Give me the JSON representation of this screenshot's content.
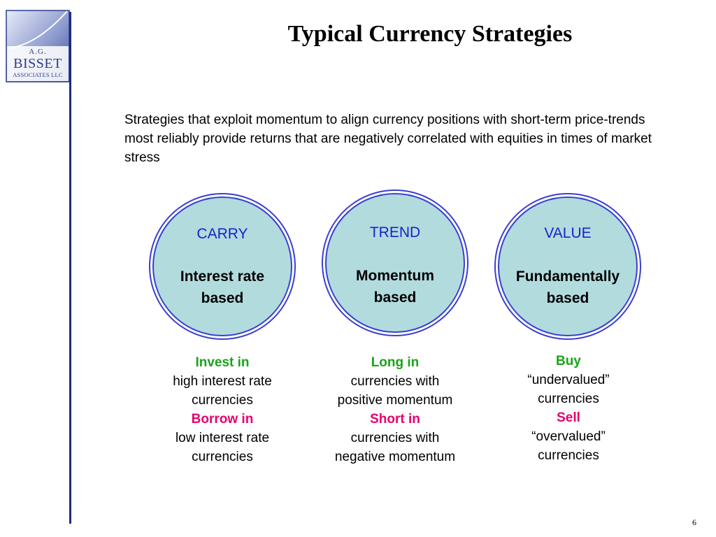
{
  "logo": {
    "line1": "A.G.",
    "line2": "BISSET",
    "line3": "ASSOCIATES LLC"
  },
  "title": "Typical Currency Strategies",
  "intro": "Strategies that exploit momentum to align currency positions with short-term price-trends most reliably provide returns that are negatively correlated with equities in times of market stress",
  "colors": {
    "circle_fill": "#b2dbde",
    "circle_border": "#3a3fd1",
    "strategy_name": "#1a22c8",
    "long_action": "#1aa31a",
    "short_action": "#e6006e"
  },
  "strategies": [
    {
      "name": "CARRY",
      "desc_line1": "Interest rate",
      "desc_line2": "based",
      "long_label": "Invest in",
      "long_line1": "high interest rate",
      "long_line2": "currencies",
      "short_label": "Borrow in",
      "short_line1": "low interest rate",
      "short_line2": "currencies"
    },
    {
      "name": "TREND",
      "desc_line1": "Momentum",
      "desc_line2": "based",
      "long_label": "Long in",
      "long_line1": "currencies with",
      "long_line2": "positive momentum",
      "short_label": "Short in",
      "short_line1": "currencies with",
      "short_line2": "negative momentum"
    },
    {
      "name": "VALUE",
      "desc_line1": "Fundamentally",
      "desc_line2": "based",
      "long_label": "Buy",
      "long_line1": "“undervalued”",
      "long_line2": "currencies",
      "short_label": "Sell",
      "short_line1": "“overvalued”",
      "short_line2": "currencies"
    }
  ],
  "page_number": "6"
}
